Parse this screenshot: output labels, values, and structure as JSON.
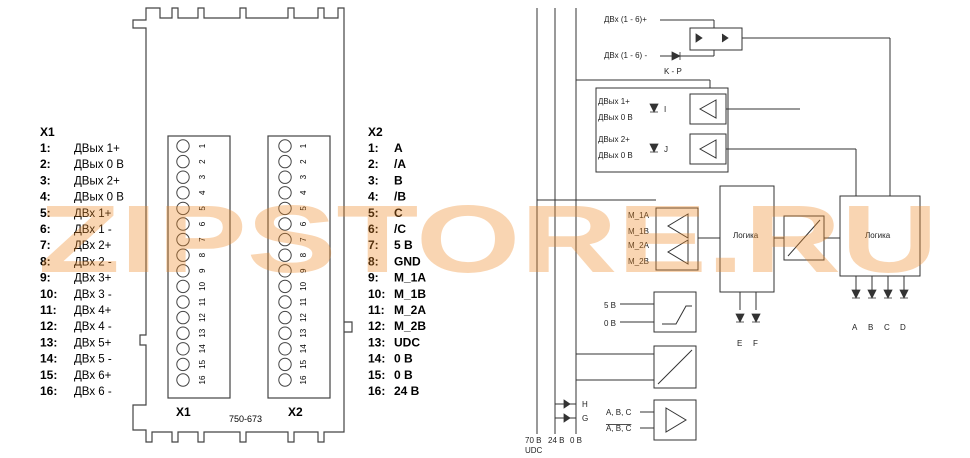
{
  "x1": {
    "header": "X1",
    "footer": "X1",
    "rows": [
      {
        "num": "1:",
        "label": "ДВых 1+"
      },
      {
        "num": "2:",
        "label": "ДВых 0 В"
      },
      {
        "num": "3:",
        "label": "ДВых 2+"
      },
      {
        "num": "4:",
        "label": "ДВых 0 В"
      },
      {
        "num": "5:",
        "label": "ДВх 1+"
      },
      {
        "num": "6:",
        "label": "ДВх 1 -"
      },
      {
        "num": "7:",
        "label": "ДВх 2+"
      },
      {
        "num": "8:",
        "label": "ДВх 2 -"
      },
      {
        "num": "9:",
        "label": "ДВх 3+"
      },
      {
        "num": "10:",
        "label": "ДВх 3 -"
      },
      {
        "num": "11:",
        "label": "ДВх 4+"
      },
      {
        "num": "12:",
        "label": "ДВх 4 -"
      },
      {
        "num": "13:",
        "label": "ДВх 5+"
      },
      {
        "num": "14:",
        "label": "ДВх 5 -"
      },
      {
        "num": "15:",
        "label": "ДВх 6+"
      },
      {
        "num": "16:",
        "label": "ДВх 6 -"
      }
    ]
  },
  "x2": {
    "header": "X2",
    "footer": "X2",
    "rows": [
      {
        "num": "1:",
        "label": "A"
      },
      {
        "num": "2:",
        "label": "/A"
      },
      {
        "num": "3:",
        "label": "B"
      },
      {
        "num": "4:",
        "label": "/B"
      },
      {
        "num": "5:",
        "label": "C"
      },
      {
        "num": "6:",
        "label": "/C"
      },
      {
        "num": "7:",
        "label": "5 В"
      },
      {
        "num": "8:",
        "label": "GND"
      },
      {
        "num": "9:",
        "label": "M_1A"
      },
      {
        "num": "10:",
        "label": "M_1B"
      },
      {
        "num": "11:",
        "label": "M_2A"
      },
      {
        "num": "12:",
        "label": "M_2B"
      },
      {
        "num": "13:",
        "label": "UDC"
      },
      {
        "num": "14:",
        "label": "0 В"
      },
      {
        "num": "15:",
        "label": "0 В"
      },
      {
        "num": "16:",
        "label": "24 В"
      }
    ]
  },
  "terminal_numbers": [
    "1",
    "2",
    "3",
    "4",
    "5",
    "6",
    "7",
    "8",
    "9",
    "10",
    "11",
    "12",
    "13",
    "14",
    "15",
    "16"
  ],
  "module_label": "750-673",
  "watermark": "ZIPSTORE.RU",
  "schematic": {
    "dvx_plus": "ДВх (1 - 6)+",
    "dvx_minus": "ДВх (1 - 6) -",
    "kp": "K - P",
    "dvyh1_plus": "ДВых 1+",
    "dvyh1_zero": "ДВых 0 В",
    "led_i": "I",
    "dvyh2_plus": "ДВых 2+",
    "dvyh2_zero": "ДВых 0 В",
    "led_j": "J",
    "m1a": "M_1A",
    "m1b": "M_1B",
    "m2a": "M_2A",
    "m2b": "M_2B",
    "logic1": "Логика",
    "logic2": "Логика",
    "v5": "5 В",
    "v0": "0 В",
    "led_e": "E",
    "led_f": "F",
    "led_h": "H",
    "led_g": "G",
    "abc": "A, B, C",
    "abc_bar": "A, B, C",
    "out_a": "A",
    "out_b": "B",
    "out_c": "C",
    "out_d": "D",
    "bus_70": "70 В",
    "bus_24": "24 В",
    "bus_0": "0 В",
    "udc": "UDC"
  }
}
